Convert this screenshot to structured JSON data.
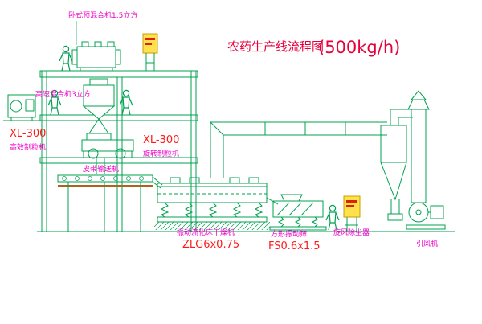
{
  "title": {
    "main": "农药生产线流程图",
    "capacity": "(500kg/h)"
  },
  "labels": {
    "premixer": "卧式预混合机1.5立方",
    "mixer": "高速混合机3立方",
    "granulator_left_model": "XL-300",
    "granulator_left_name": "高效制粒机",
    "granulator_mid_model": "XL-300",
    "granulator_mid_name": "旋转制粒机",
    "belt_conveyor": "皮带输送机",
    "dryer_name": "振动流化床干燥机",
    "dryer_model": "ZLG6x0.75",
    "screen_name": "方形振动筛",
    "screen_model": "FS0.6x1.5",
    "cyclone_name": "旋风除尘器",
    "fan_name": "引风机"
  },
  "colors": {
    "line_green": "#00a050",
    "label_magenta": "#f000c8",
    "model_red": "#ff1a1a",
    "title_red": "#e8003c",
    "cabinet_yellow": "#ffe14d",
    "cabinet_text_red": "#dd2200",
    "belt_brown": "#b06020",
    "background": "#ffffff"
  }
}
